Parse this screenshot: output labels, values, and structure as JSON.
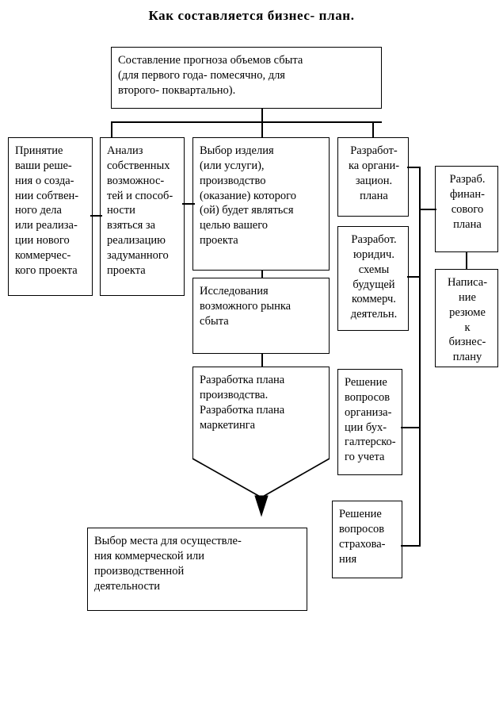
{
  "document": {
    "title": "Как  составляется  бизнес- план.",
    "language": "ru",
    "type": "flowchart"
  },
  "colors": {
    "ink": "#000000",
    "paper": "#ffffff"
  },
  "nodes": {
    "top_forecast": "Составление прогноза объемов сбыта\n(для первого года- помесячно, для\nвторого- поквартально).",
    "decision": "Принятие\nваши реше-\nния о созда-\nнии собтвен-\nного дела\nили реализа-\nции нового\nкоммерчес-\nкого проекта",
    "analysis": "Анализ\nсобственных\n возможнос-\nтей и способ-\nности\nвзяться  за\nреализацию\nзадуманного\nпроекта",
    "product_choice": "Выбор изделия\n(или услуги),\nпроизводство\n(оказание) которого\n(ой) будет являться\nцелью вашего\n проекта",
    "market_research": "Исследования\nвозможного рынка\nсбыта",
    "production_plan": "Разработка  плана\nпроизводства.\nРазработка плана\nмаркетинга",
    "org_plan": "Разработ-\nка органи-\nзацион.\n плана",
    "legal_scheme": " Разработ.\nюридич.\nсхемы\nбудущей\n коммерч.\n    деятельн.",
    "accounting": "Решение\nвопросов\nорганиза-\nции бух-\nгалтерско-\nго учета",
    "insurance": "Решение\nвопросов\nстрахова-\nния",
    "finance_plan": "Разраб.\nфинан-\nсового\nплана",
    "summary": "Написа-\nние\nрезюме\n    к\nбизнес-\nплану",
    "location_choice": "Выбор места для  осуществле-\n ния  коммерческой  или\nпроизводственной\nдеятельности"
  },
  "connectors": {
    "arrow_down_label": "arrow-down"
  }
}
